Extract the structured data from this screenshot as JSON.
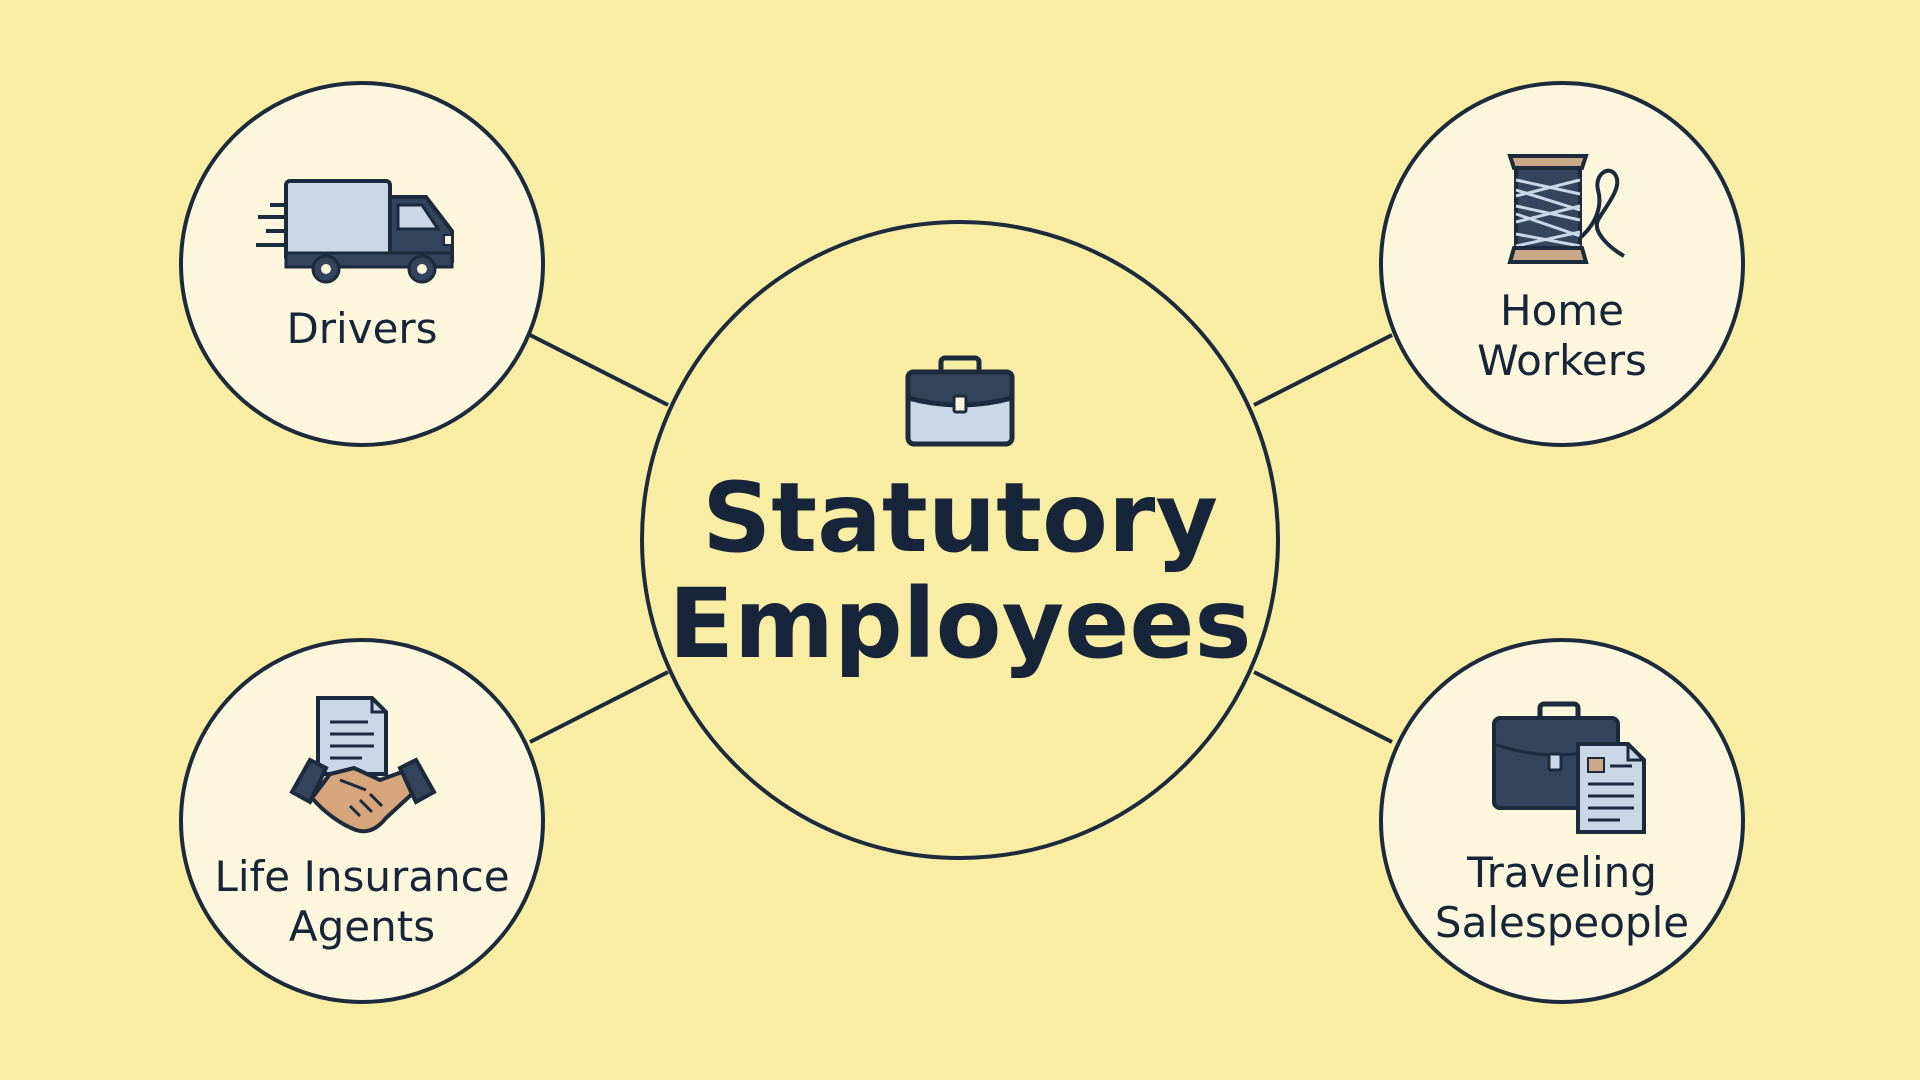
{
  "center": {
    "title_line1": "Statutory",
    "title_line2": "Employees",
    "icon": "briefcase-icon"
  },
  "categories": [
    {
      "label": "Drivers",
      "icon": "delivery-truck-icon"
    },
    {
      "label_line1": "Home",
      "label_line2": "Workers",
      "icon": "thread-spool-needle-icon"
    },
    {
      "label_line1": "Life Insurance",
      "label_line2": "Agents",
      "icon": "handshake-document-icon"
    },
    {
      "label_line1": "Traveling",
      "label_line2": "Salespeople",
      "icon": "briefcase-document-icon"
    }
  ],
  "colors": {
    "background": "#f8eda3",
    "circle_fill": "#fcf7dc",
    "outline": "#1b2a3c",
    "text": "#17253a",
    "icon_light": "#c9d7e6",
    "icon_dark": "#34445c",
    "spool_wood": "#c9a98a"
  }
}
